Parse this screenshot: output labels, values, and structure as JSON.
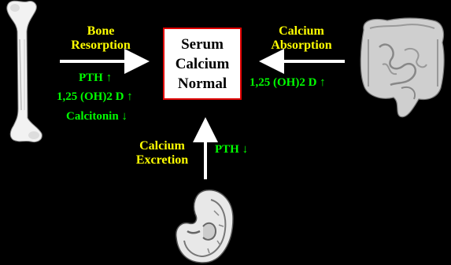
{
  "center": {
    "lines": [
      "Serum",
      "Calcium",
      "Normal"
    ]
  },
  "bone": {
    "label_line1": "Bone",
    "label_line2": "Resorption",
    "factors": [
      "PTH ↑",
      "1,25 (OH)2 D ↑",
      "Calcitonin ↓"
    ]
  },
  "intestine": {
    "label_line1": "Calcium",
    "label_line2": "Absorption",
    "factors": [
      "1,25 (OH)2 D ↑"
    ]
  },
  "kidney": {
    "label_line1": "Calcium",
    "label_line2": "Excretion",
    "factors": [
      "PTH ↓"
    ]
  },
  "colors": {
    "background": "#000000",
    "label": "#FFFF00",
    "factor": "#00FF00",
    "box_border": "#E00000",
    "arrow": "#FFFFFF"
  },
  "icons": [
    "bone-icon",
    "intestine-icon",
    "kidney-icon"
  ]
}
